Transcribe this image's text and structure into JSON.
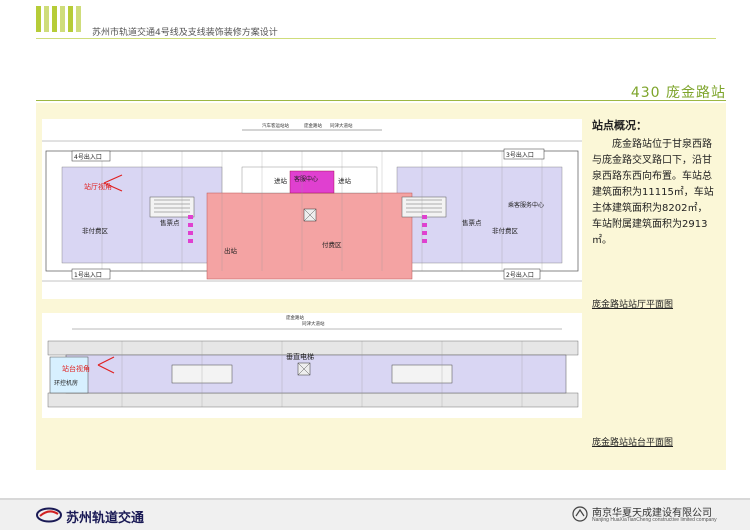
{
  "header": {
    "doc_title": "苏州市轨道交通4号线及支线装饰装修方案设计",
    "station_title": "430 庞金路站"
  },
  "overview": {
    "title": "站点概况：",
    "body": "庞金路站位于甘泉西路与庞金路交叉路口下，沿甘泉西路东西向布置。车站总建筑面积为11115㎡，车站主体建筑面积为8202㎡，车站附属建筑面积为2913㎡。"
  },
  "captions": {
    "hall": "庞金路站站厅平面图",
    "platform": "庞金路站站台平面图"
  },
  "hall_plan": {
    "top_labels": [
      "汽车客运站站",
      "庞金路站",
      "同津大道站"
    ],
    "entrances": [
      "4号出入口",
      "3号出入口",
      "1号出入口",
      "2号出入口"
    ],
    "zones": {
      "non_paid_left": "非付费区",
      "non_paid_right": "非付费区",
      "paid": "付费区",
      "ticket_left": "售票点",
      "ticket_right": "售票点",
      "exit": "出站",
      "entry_left": "进站",
      "entry_right": "进站",
      "service_center": "客服中心",
      "passenger_service": "乘客服务中心"
    },
    "view_label": "站厅视角"
  },
  "platform_plan": {
    "top_labels": [
      "庞金路站",
      "同津大道站"
    ],
    "view_label": "站台视角",
    "elevator_label": "垂直电梯",
    "room_label": "环控机房"
  },
  "footer": {
    "left_brand": "苏州轨道交通",
    "right_company": "南京华夏天成建设有限公司",
    "right_company_en": "Nanjing HuaXiaTianCheng constructive limited company"
  },
  "colors": {
    "accent_green": "#7da42a",
    "paid_zone": "#f4a3a3",
    "non_paid_zone": "#d9d6f3",
    "service_magenta": "#e040d0",
    "view_red": "#e02020",
    "panel_bg": "#fbf7d7"
  }
}
